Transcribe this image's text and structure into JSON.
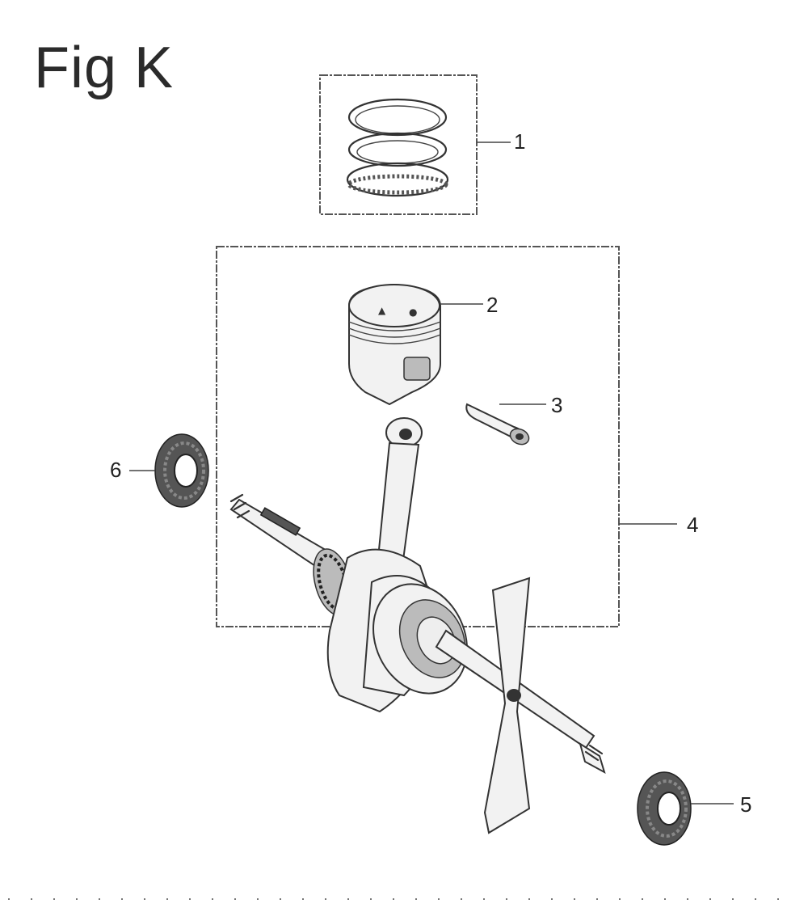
{
  "figure": {
    "title": "Fig K"
  },
  "callouts": [
    {
      "id": "piston-rings",
      "label": "1"
    },
    {
      "id": "piston",
      "label": "2"
    },
    {
      "id": "piston-pin",
      "label": "3"
    },
    {
      "id": "crankshaft-assembly",
      "label": "4"
    },
    {
      "id": "oil-seal-right",
      "label": "5"
    },
    {
      "id": "oil-seal-left",
      "label": "6"
    }
  ]
}
